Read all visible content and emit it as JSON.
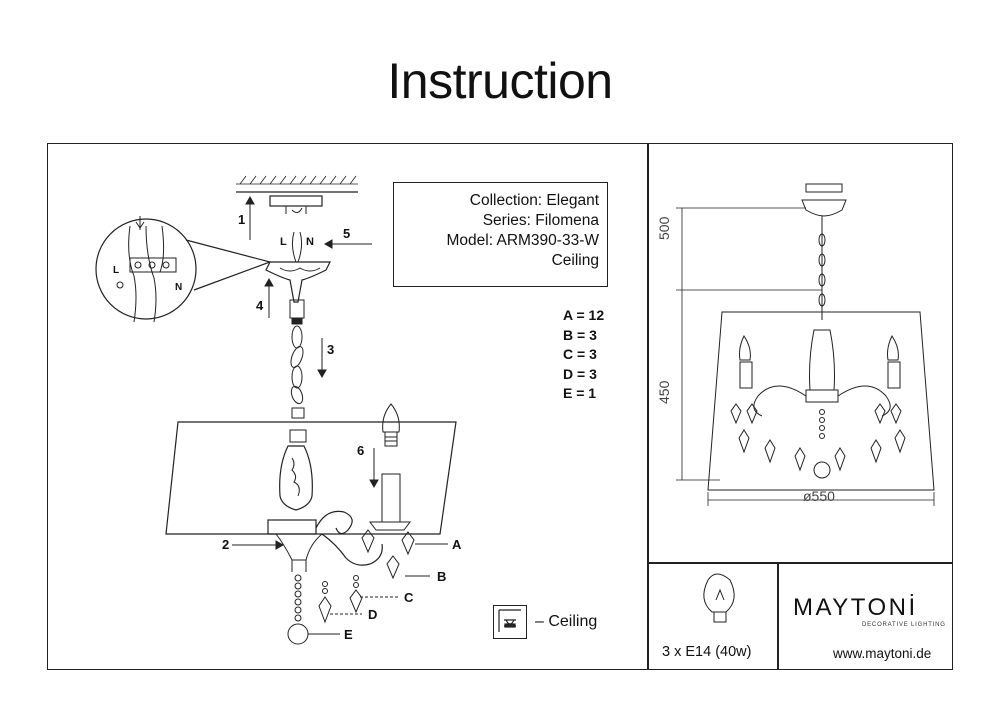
{
  "title": "Instruction",
  "info": {
    "collection": "Collection: Elegant",
    "series": "Series: Filomena",
    "model": "Model: ARM390-33-W",
    "mount": "Ceiling"
  },
  "parts": [
    "A = 12",
    "B = 3",
    "C = 3",
    "D = 3",
    "E = 1"
  ],
  "step_labels": [
    "1",
    "2",
    "3",
    "4",
    "5",
    "6"
  ],
  "part_letters": [
    "A",
    "B",
    "C",
    "D",
    "E"
  ],
  "wire_labels": {
    "live": "L",
    "neutral": "N"
  },
  "ceiling_legend": "– Ceiling",
  "dimensions": {
    "top": "500",
    "body": "450",
    "diameter": "ø550"
  },
  "bulb_spec": "3 x E14 (40w)",
  "brand": {
    "name": "MAYTONİ",
    "tagline": "DECORATIVE LIGHTING"
  },
  "website": "www.maytoni.de"
}
